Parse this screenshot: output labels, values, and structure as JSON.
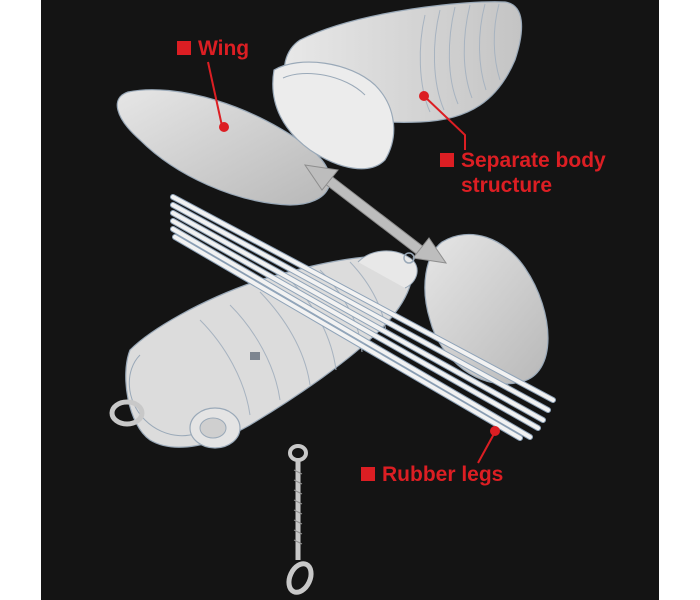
{
  "diagram": {
    "accent_color": "#dc1e23",
    "panel_color": "#141414",
    "part_fill": "#d9d9d9",
    "line_color": "#8fa3b8",
    "labels": {
      "wing": "Wing",
      "body": "Separate body\nstructure",
      "legs": "Rubber legs"
    },
    "icons": {
      "marker": "red-square-icon",
      "connector": "callout-dot-icon"
    }
  }
}
